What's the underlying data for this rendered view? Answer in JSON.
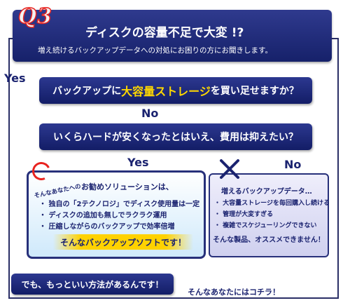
{
  "header": {
    "badge": "Q3",
    "title": "ディスクの容量不足で大変 !?",
    "subtitle": "増え続けるバックアップデータへの対処にお困りの方にお聞きします。"
  },
  "question1": {
    "before": "バックアップに",
    "highlight": "大容量ストレージ",
    "after": "を買い足せますか？"
  },
  "question2": {
    "text": "いくらハードが安くなったとはいえ、費用は抑えたい？"
  },
  "labels": {
    "yes_top": "Yes",
    "no_1": "No",
    "yes_2": "Yes",
    "no_2": "No"
  },
  "recommend": {
    "pretitle": "そんなあなたへの",
    "title": "お勧めソリューションは、",
    "items": [
      "・ 独自の「2テクノロジ」でディスク使用量は一定",
      "・ ディスクの追加も無しでラクラク運用",
      "・ 圧縮しながらのバックアップで効率倍増"
    ],
    "catch": "そんなバックアップソフトです！"
  },
  "notrecommend": {
    "title": "増えるバックアップデータ…",
    "items": [
      "・ 大容量ストレージを毎回購入し続ける",
      "・ 管理が大変すぎる",
      "・ 複雑でスケジューリングできない"
    ],
    "verdict": "そんな製品、オススメできません！"
  },
  "bottom": {
    "text": "でも、もっといい方法があるんです！"
  },
  "kochira": {
    "text": "そんなあなたにはコチラ！"
  },
  "colors": {
    "navy": "#1b2370",
    "red": "#e8231f",
    "yellow": "#ffd800"
  }
}
